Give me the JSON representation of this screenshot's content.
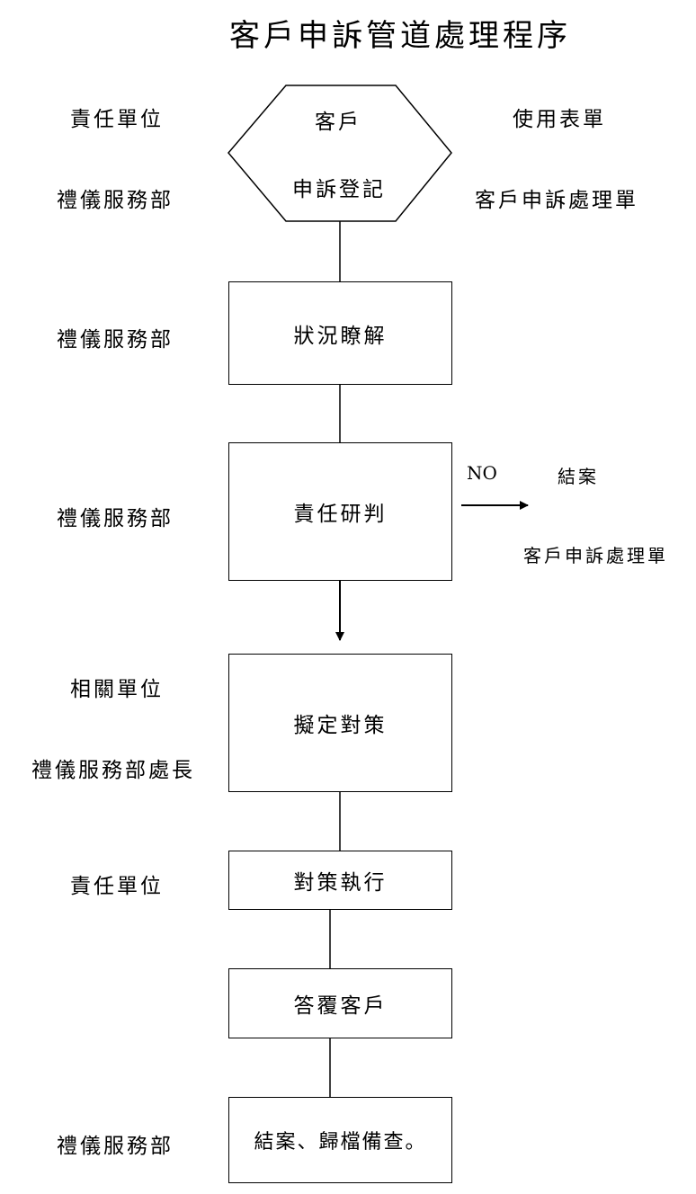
{
  "title": "客戶申訴管道處理程序",
  "headers": {
    "responsible": "責任單位",
    "form": "使用表單"
  },
  "start": {
    "line1": "客戶",
    "line2": "申訴登記",
    "unit": "禮儀服務部",
    "form": "客戶申訴處理單"
  },
  "steps": [
    {
      "label": "狀況瞭解",
      "unit": "禮儀服務部"
    },
    {
      "label": "責任研判",
      "unit": "禮儀服務部"
    },
    {
      "label": "擬定對策",
      "unit_line1": "相關單位",
      "unit_line2": "禮儀服務部處長"
    },
    {
      "label": "對策執行",
      "unit": "責任單位"
    },
    {
      "label": "答覆客戶"
    },
    {
      "label": "結案、歸檔備查。",
      "unit": "禮儀服務部"
    }
  ],
  "branch": {
    "condition": "NO",
    "result": "結案",
    "form": "客戶申訴處理單"
  }
}
